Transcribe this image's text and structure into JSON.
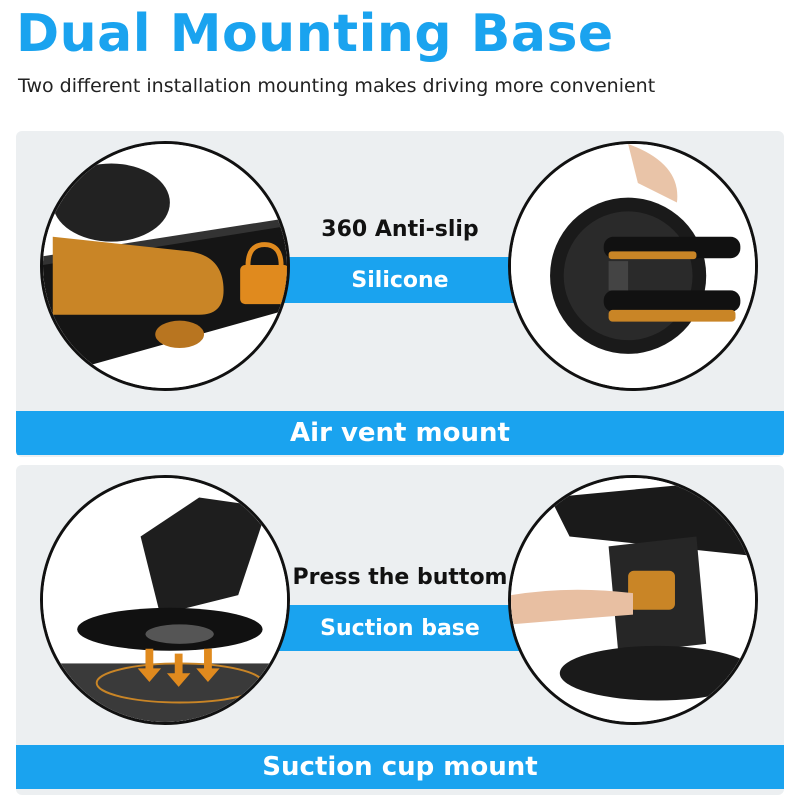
{
  "header": {
    "title": "Dual Mounting Base",
    "subtitle": "Two different installation mounting makes driving more convenient"
  },
  "air_vent_section": {
    "feature_label": "360 Anti-slip",
    "feature_strip": "Silicone",
    "band_label": "Air vent mount"
  },
  "suction_section": {
    "feature_label": "Press the buttom",
    "feature_strip": "Suction base",
    "band_label": "Suction cup mount"
  },
  "colors": {
    "title_blue": "#1aa3ef",
    "band_blue": "#1aa3ef",
    "panel_gray": "#eceff1",
    "accent_orange": "#c98526",
    "mount_black": "#1b1b1b"
  },
  "icons": {
    "lock": "lock-icon",
    "arrows": "down-arrows-icon"
  }
}
